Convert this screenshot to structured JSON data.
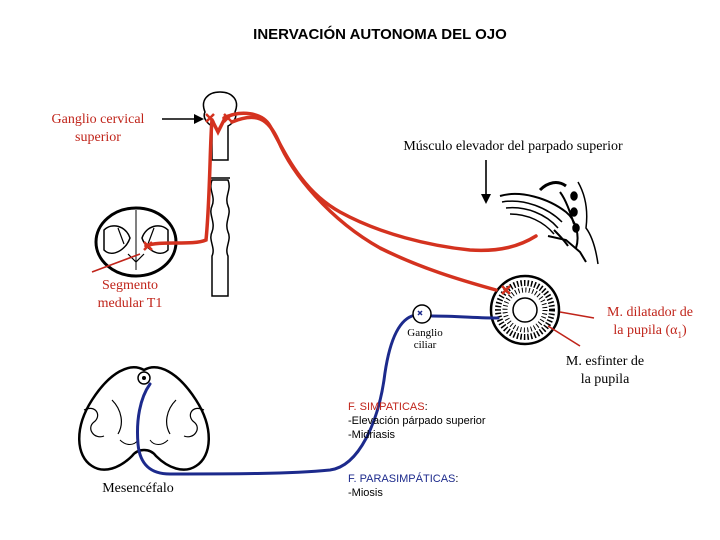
{
  "title": "INERVACIÓN AUTONOMA  DEL OJO",
  "labels": {
    "ganglio_cervical_line1": "Ganglio cervical",
    "ganglio_cervical_line2": "superior",
    "musculo_elevador": "Músculo elevador del parpado superior",
    "segmento_line1": "Segmento",
    "segmento_line2": "medular T1",
    "ganglio_ciliar_line1": "Ganglio",
    "ganglio_ciliar_line2": "ciliar",
    "dilatador_line1": "M. dilatador de",
    "dilatador_line2": "la pupila (α",
    "dilatador_sub": "1",
    "dilatador_close": ")",
    "esfinter_line1": "M. esfinter de",
    "esfinter_line2": "la pupila",
    "mesencefalo": "Mesencéfalo"
  },
  "legend": {
    "simpaticas_head": "F. SIMPATICAS",
    "simpaticas_items": [
      "-Elevación párpado superior",
      "-Midriasis"
    ],
    "parasimpaticas_head": "F. PARASIMPÁTICAS",
    "parasimpaticas_items": [
      "-Miosis"
    ]
  },
  "colors": {
    "sympathetic": "#d4321f",
    "parasympathetic": "#1c2a8c",
    "label_red": "#c0241a"
  }
}
